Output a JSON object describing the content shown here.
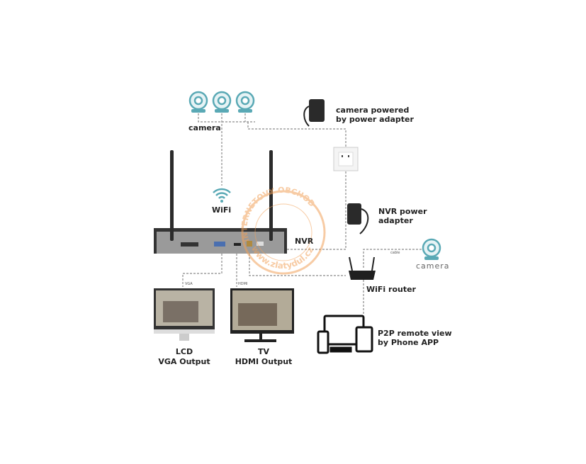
{
  "labels": {
    "camera_group": "camera",
    "camera_power": [
      "camera powered",
      "by power  adapter"
    ],
    "wifi": "WiFi",
    "nvr": "NVR",
    "nvr_power": [
      "NVR power",
      "adapter"
    ],
    "cable": "cable",
    "camera_single": "camera",
    "router": "WiFi router",
    "vga_port": "VGA",
    "hdmi_port": "HDMI",
    "lcd": [
      "LCD",
      "VGA Output"
    ],
    "tv": [
      "TV",
      "HDMI Output"
    ],
    "p2p": [
      "P2P remote view",
      "by Phone APP"
    ]
  },
  "watermark": {
    "text": "INTERNETOVY OBCHOD",
    "url": "www.zlatydul.cz"
  },
  "colors": {
    "camera": "#5aa9b5",
    "line": "#8a8a8a",
    "watermark": "#f2a25a"
  }
}
